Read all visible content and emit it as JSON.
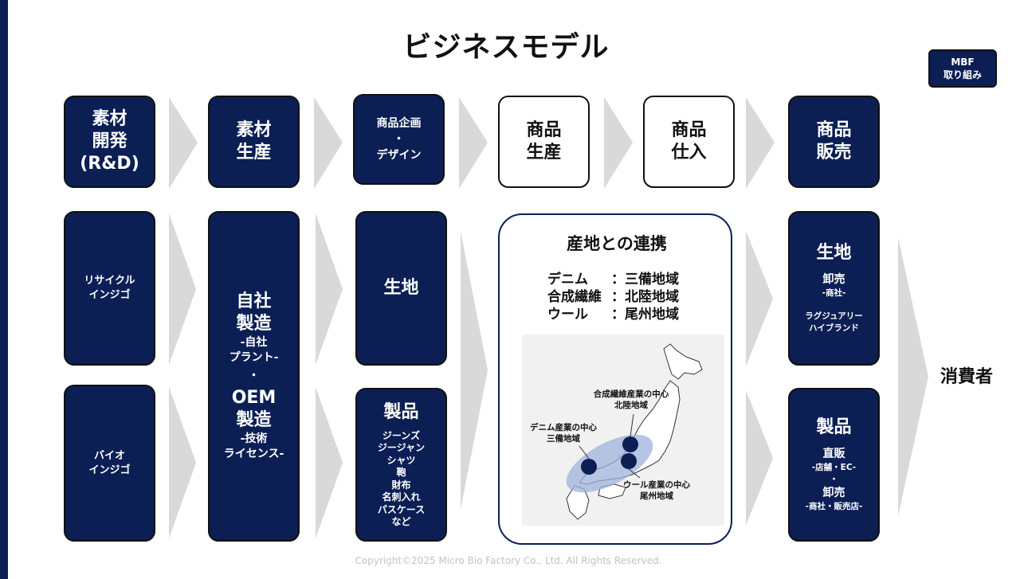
{
  "title": "ビジネスモデル",
  "badge": {
    "line1": "MBF",
    "line2": "取り組み"
  },
  "steps": [
    {
      "lines": [
        "素材",
        "開発",
        "(R&D)"
      ]
    },
    {
      "lines": [
        "素材",
        "生産"
      ]
    },
    {
      "lines": [
        "商品企画",
        "・",
        "デザイン"
      ]
    },
    {
      "lines": [
        "商品",
        "生産"
      ]
    },
    {
      "lines": [
        "商品",
        "仕入"
      ]
    },
    {
      "lines": [
        "商品",
        "販売"
      ]
    }
  ],
  "rd": {
    "recycle": [
      "リサイクル",
      "インジゴ"
    ],
    "bio": [
      "バイオ",
      "インジゴ"
    ]
  },
  "production": {
    "own_title": [
      "自社",
      "製造"
    ],
    "own_sub": [
      "-自社",
      "プラント-"
    ],
    "dot": "・",
    "oem_title": [
      "OEM",
      "製造"
    ],
    "oem_sub": [
      "-技術",
      "ライセンス-"
    ]
  },
  "planning": {
    "fabric": "生地",
    "products_title": "製品",
    "products_items": [
      "ジーンズ",
      "ジージャン",
      "シャツ",
      "鞄",
      "財布",
      "名刺入れ",
      "パスケース",
      "など"
    ]
  },
  "region": {
    "title": "産地との連携",
    "rows": [
      {
        "key": "デニム",
        "value": "：三備地域"
      },
      {
        "key": "合成繊維",
        "value": "：北陸地域"
      },
      {
        "key": "ウール",
        "value": "：尾州地域"
      }
    ],
    "map_labels": {
      "hokuriku": [
        "合成繊維産業の中心",
        "北陸地域"
      ],
      "sanbi": [
        "デニム産業の中心",
        "三備地域"
      ],
      "bishu": [
        "ウール産業の中心",
        "尾州地域"
      ]
    }
  },
  "sales": {
    "fabric": {
      "title": "生地",
      "channel": "卸売",
      "channel_sub": "-商社-",
      "note": [
        "ラグジュアリー",
        "ハイブランド"
      ]
    },
    "product": {
      "title": "製品",
      "direct": "直販",
      "direct_sub": "-店舗・EC-",
      "dot": "・",
      "wholesale": "卸売",
      "wholesale_sub": "-商社・販売店-"
    }
  },
  "consumer": "消費者",
  "footer": "Copyright©2025 Micro Bio Factory Co., Ltd. All Rights Reserved.",
  "colors": {
    "navy": "#0b1f55",
    "arrow": "#d9d9d9",
    "map_dot": "#0b1f55",
    "map_ellipse": "#9fb2dc"
  }
}
